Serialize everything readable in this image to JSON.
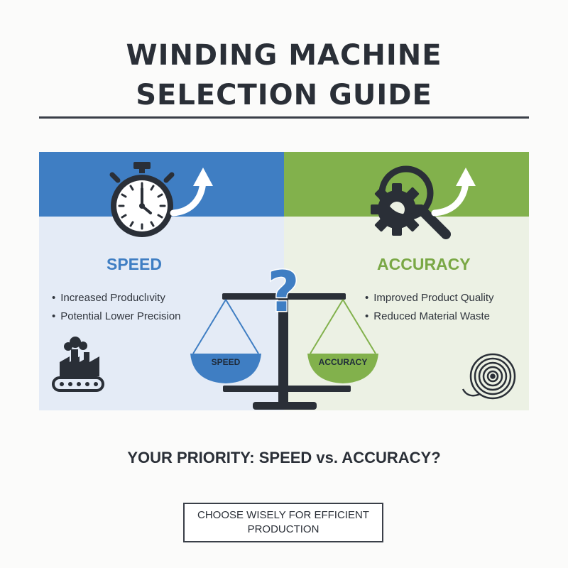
{
  "header": {
    "title_line1": "WINDING MACHINE",
    "title_line2": "SELECTION GUIDE"
  },
  "speed_panel": {
    "heading": "SPEED",
    "bullets": [
      "Increased Produclıvity",
      "Potential Lower Precision"
    ],
    "icons": [
      "stopwatch-icon",
      "up-arrow-icon",
      "factory-conveyor-icon"
    ],
    "accent_color": "#3f7ec3"
  },
  "accuracy_panel": {
    "heading": "ACCURACY",
    "bullets": [
      "Improved Product Quality",
      "Reduced Material Waste"
    ],
    "icons": [
      "magnifier-gear-icon",
      "up-arrow-icon",
      "material-roll-icon"
    ],
    "accent_color": "#82b14c"
  },
  "scale": {
    "question_mark": "?",
    "left_pan_label": "SPEED",
    "right_pan_label": "ACCURACY"
  },
  "priority_question": "YOUR PRIORITY: SPEED vs. ACCURACY?",
  "cta": {
    "line1": "CHOOSE WISELY FOR EFFICIENT",
    "line2": "PRODUCTION"
  }
}
